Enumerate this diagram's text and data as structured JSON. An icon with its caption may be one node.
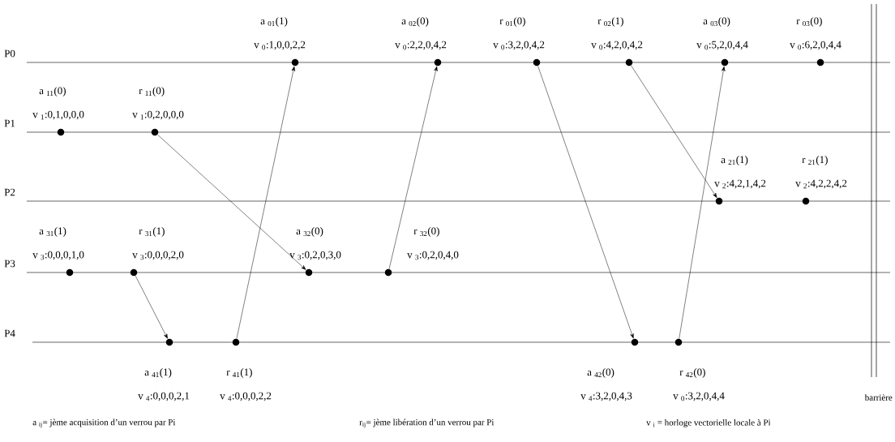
{
  "diagram": {
    "nodes": [
      {
        "text": [],
        "shape": "circle",
        "beside": [
          "a $_{01}$(1)",
          "v $_{0}$:1,0,0,2,2"
        ]
      },
      {
        "text": [],
        "shape": "circle",
        "beside": [
          "a $_{02}$(0)",
          "v $_{0}$:2,2,0,4,2"
        ]
      },
      {
        "text": [],
        "shape": "circle",
        "beside": [
          "r $_{01}$(0)",
          "v $_{0}$:3,2,0,4,2"
        ]
      },
      {
        "text": [],
        "shape": "circle",
        "beside": [
          "r $_{02}$(1)",
          "v $_{0}$:4,2,0,4,2"
        ]
      },
      {
        "text": [],
        "shape": "circle",
        "beside": [
          "a $_{03}$(0)",
          "v $_{0}$:5,2,0,4,4"
        ]
      },
      {
        "text": [],
        "shape": "circle",
        "beside": [
          "r $_{03}$(0)",
          "v $_{0}$:6,2,0,4,4"
        ]
      },
      {
        "text": [],
        "shape": "circle",
        "beside": [
          "a $_{11}$(0)",
          "v $_{1}$:0,1,0,0,0"
        ]
      },
      {
        "text": [],
        "shape": "circle",
        "beside": [
          "r $_{11}$(0)",
          "v $_{1}$:0,2,0,0,0"
        ]
      },
      {
        "text": [],
        "shape": "circle",
        "beside": [
          "a $_{21}$(1)",
          "v $_{2}$:4,2,1,4,2"
        ]
      },
      {
        "text": [],
        "shape": "circle",
        "beside": [
          "r $_{21}$(1)",
          "v $_{2}$:4,2,2,4,2"
        ]
      },
      {
        "text": [],
        "shape": "circle",
        "beside": [
          "a $_{31}$(1)",
          "v $_{3}$:0,0,0,1,0"
        ]
      },
      {
        "text": [],
        "shape": "circle",
        "beside": [
          "r $_{31}$(1)",
          "v $_{3}$:0,0,0,2,0"
        ]
      },
      {
        "text": [],
        "shape": "circle",
        "beside": [
          "a $_{32}$(0)",
          "v $_{3}$:0,2,0,3,0"
        ]
      },
      {
        "text": [],
        "shape": "circle",
        "beside": [
          "r $_{32}$(0)",
          "v $_{3}$:0,2,0,4,0"
        ]
      },
      {
        "text": [],
        "shape": "circle",
        "beside": [
          "a $_{41}$(1)",
          "v $_{4}$:0,0,0,2,1"
        ]
      },
      {
        "text": [],
        "shape": "circle",
        "beside": [
          "r $_{41}$(1)",
          "v $_{4}$:0,0,0,2,2"
        ]
      },
      {
        "text": [],
        "shape": "circle",
        "beside": [
          "a $_{42}$(0)",
          "v $_{4}$:3,2,0,4,3"
        ]
      },
      {
        "text": [],
        "shape": "circle",
        "beside": [
          "r $_{42}$(0)",
          "v $_{0}$:3,2,0,4,4"
        ]
      }
    ],
    "edges": [
      {
        "from": 7,
        "to": 12,
        "arrow": "to"
      },
      {
        "from": 11,
        "to": 14,
        "arrow": "to"
      },
      {
        "from": 15,
        "to": 0,
        "arrow": "to"
      },
      {
        "from": 13,
        "to": 1,
        "arrow": "to"
      },
      {
        "from": 2,
        "to": 16,
        "arrow": "to"
      },
      {
        "from": 3,
        "to": 8,
        "arrow": "to"
      },
      {
        "from": 17,
        "to": 4,
        "arrow": "to"
      }
    ],
    "labels": [
      "P0",
      "P1",
      "P2",
      "P3",
      "P4",
      "barrière",
      "a $_{ij}$= jème acquisition d’un verrou par Pi",
      "r$_{ij}$= jème libération d’un verrou par Pi",
      "v $_{i}$ = horloge vectorielle locale à Pi"
    ]
  }
}
